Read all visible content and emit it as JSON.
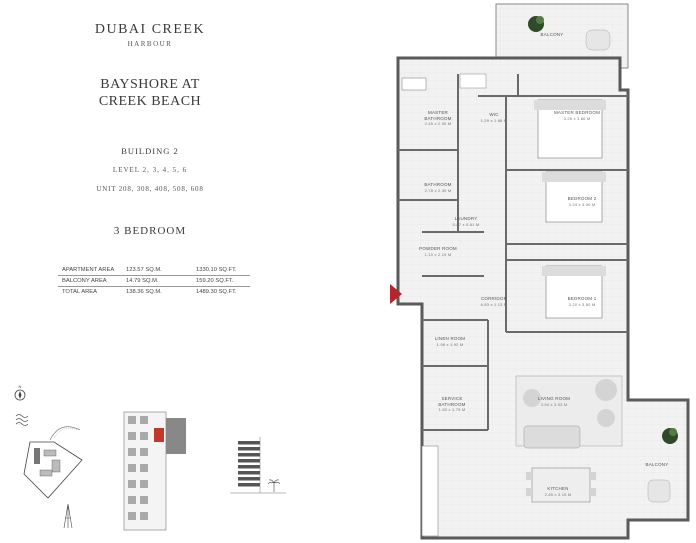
{
  "header": {
    "brand_name": "DUBAI CREEK",
    "brand_sub": "HARBOUR",
    "project_line1": "BAYSHORE AT",
    "project_line2": "CREEK BEACH",
    "building": "BUILDING 2",
    "levels": "LEVEL 2, 3, 4, 5, 6",
    "units": "UNIT 208, 308, 408, 508, 608",
    "bedrooms": "3 BEDROOM"
  },
  "areas": [
    {
      "label": "APARTMENT AREA",
      "sqm": "123.57 SQ.M.",
      "sqft": "1330.10 SQ.FT."
    },
    {
      "label": "BALCONY AREA",
      "sqm": "14.79 SQ.M.",
      "sqft": "159.20 SQ.FT."
    },
    {
      "label": "TOTAL AREA",
      "sqm": "138.36 SQ.M.",
      "sqft": "1489.30 SQ.FT."
    }
  ],
  "rooms": {
    "balcony_top": {
      "name": "BALCONY",
      "dim": ""
    },
    "master_bathroom": {
      "name": "MASTER BATHROOM",
      "dim": "2.45 x 2.90 M"
    },
    "wic": {
      "name": "WIC",
      "dim": "1.29 x 1.86 M"
    },
    "master_bedroom": {
      "name": "MASTER BEDROOM",
      "dim": "3.25 x 3.86 M"
    },
    "bathroom": {
      "name": "BATHROOM",
      "dim": "2.78 x 2.39 M"
    },
    "bedroom2": {
      "name": "BEDROOM 2",
      "dim": "3.24 x 3.30 M"
    },
    "laundry": {
      "name": "LAUNDRY",
      "dim": "0.87 x 0.81 M"
    },
    "powder_room": {
      "name": "POWDER ROOM",
      "dim": "1.10 x 2.19 M"
    },
    "corridor": {
      "name": "CORRIDOR",
      "dim": "6.83 x 1.13 M"
    },
    "bedroom1": {
      "name": "BEDROOM 1",
      "dim": "3.20 x 3.80 M"
    },
    "linen_room": {
      "name": "LINEN ROOM",
      "dim": "1.98 x 1.92 M"
    },
    "service_bathroom": {
      "name": "SERVICE BATHROOM",
      "dim": "1.60 x 1.79 M"
    },
    "living_room": {
      "name": "LIVING ROOM",
      "dim": "3.94 x 3.93 M"
    },
    "balcony_right": {
      "name": "BALCONY",
      "dim": ""
    },
    "kitchen": {
      "name": "KITCHEN",
      "dim": "2.65 x 3.15 M"
    }
  },
  "icons": {
    "north": "compass-icon",
    "water": "water-waves-icon",
    "tower": "tower-icon",
    "palm": "palm-tree-icon",
    "entry": "entry-arrow-icon"
  },
  "colors": {
    "entry_arrow": "#b3262b",
    "highlight": "#c0392b",
    "floor_tile": "#f1f1f1",
    "wall": "#6a6a6a",
    "furniture": "#d9d9d9",
    "plant": "#2f4a2a"
  }
}
